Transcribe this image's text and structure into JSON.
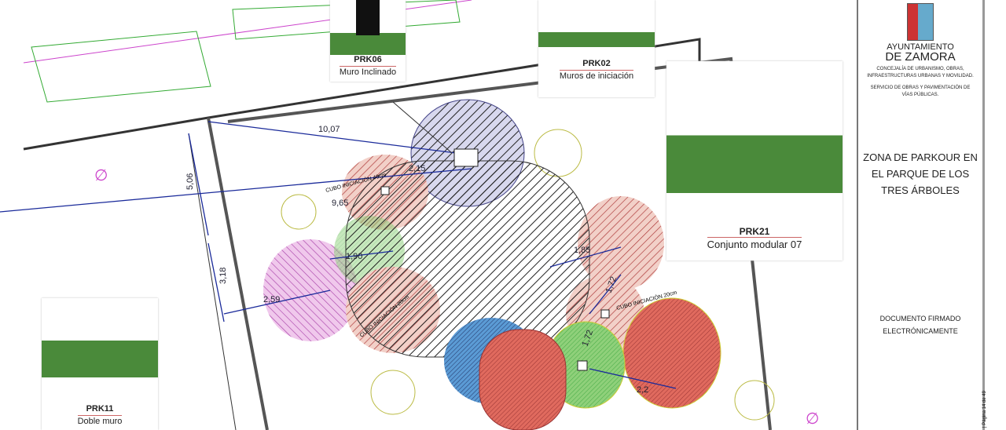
{
  "dimensions": [
    "10,07",
    "5,06",
    "3,18",
    "9,65",
    "2,15",
    "1,90",
    "2,59",
    "1,85",
    "1,72",
    "2,2",
    "1,72"
  ],
  "annotations": {
    "cube40": "CUBO INICIACIÓN 40cm",
    "cube20": "CUBO INICIACIÓN 20cm",
    "cube20b": "CUBO INICIACIÓN 20cm"
  },
  "cards": [
    {
      "code": "PRK06",
      "name": "Muro Inclinado"
    },
    {
      "code": "PRK02",
      "name": "Muros de iniciación"
    },
    {
      "code": "PRK21",
      "name": "Conjunto modular 07"
    },
    {
      "code": "PRK11",
      "name": "Doble muro"
    }
  ],
  "sidebar": {
    "org1": "AYUNTAMIENTO",
    "org2": "DE ZAMORA",
    "dept": "CONCEJALÍA DE URBANISMO, OBRAS, INFRAESTRUCTURAS URBANAS Y MOVILIDAD.",
    "service": "SERVICIO DE OBRAS Y PAVIMENTACIÓN DE VÍAS PÚBLICAS.",
    "title": "ZONA DE PARKOUR EN EL PARQUE DE LOS TRES ÁRBOLES",
    "signed": "DOCUMENTO FIRMADO ELECTRÓNICAMENTE",
    "page": "| Página 14 de 49"
  },
  "colors": {
    "red": "#d9534f",
    "green": "#7cc46a",
    "blue": "#3a7fc1",
    "pink": "#cc66cc",
    "dark": "#555"
  }
}
